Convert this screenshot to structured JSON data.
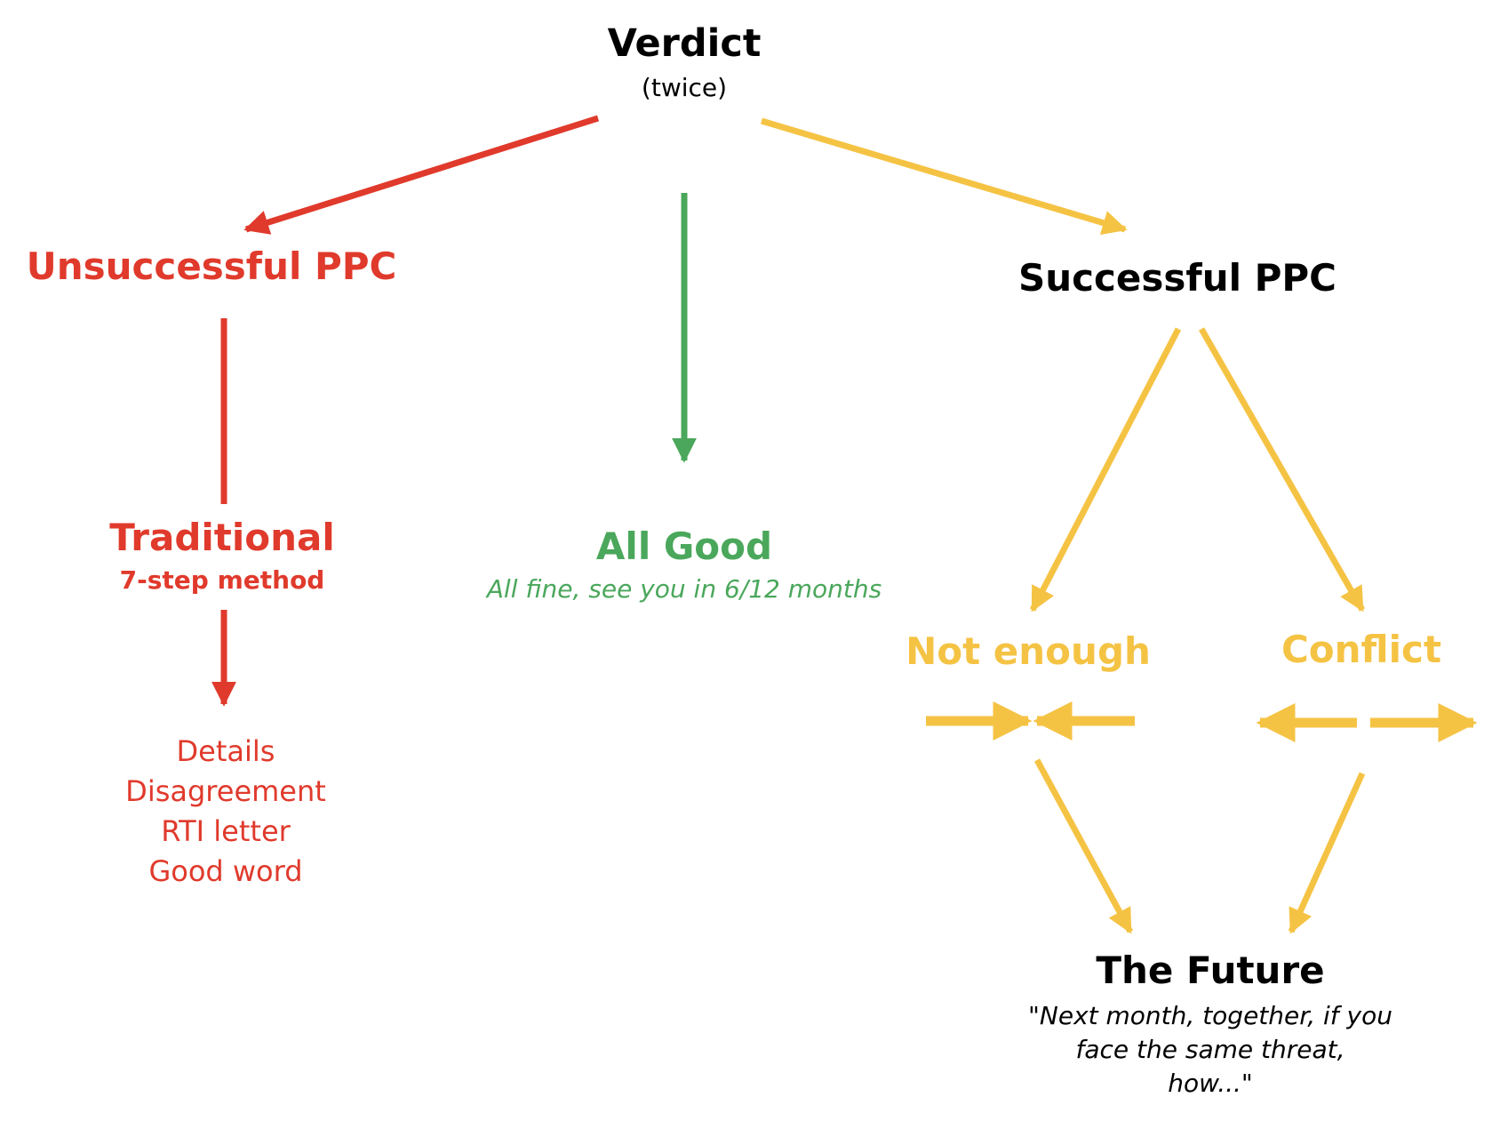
{
  "colors": {
    "red": "#e03a2c",
    "green": "#4aa75b",
    "yellow": "#f5c344",
    "black": "#000000"
  },
  "verdict": {
    "title": "Verdict",
    "subtitle": "(twice)"
  },
  "unsuccessful": {
    "title": "Unsuccessful PPC"
  },
  "successful": {
    "title": "Successful PPC"
  },
  "traditional": {
    "title": "Traditional",
    "subtitle": "7-step method",
    "steps": [
      "Details",
      "Disagreement",
      "RTI letter",
      "Good word"
    ]
  },
  "all_good": {
    "title": "All Good",
    "subtitle": "All fine, see you in 6/12 months"
  },
  "not_enough": {
    "title": "Not enough"
  },
  "conflict": {
    "title": "Conflict"
  },
  "future": {
    "title": "The Future",
    "quote_lines": [
      "\"Next month, together, if you",
      "face the same threat,",
      "how...\""
    ]
  }
}
